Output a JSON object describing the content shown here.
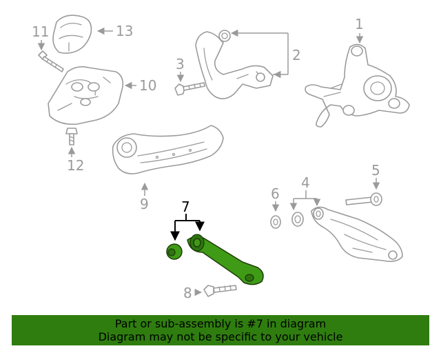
{
  "callouts": {
    "c1": "1",
    "c2": "2",
    "c3": "3",
    "c4": "4",
    "c5": "5",
    "c6": "6",
    "c7": "7",
    "c8": "8",
    "c9": "9",
    "c10": "10",
    "c11": "11",
    "c12": "12",
    "c13": "13"
  },
  "highlight_color": "#3f9b16",
  "banner": {
    "line1": "Part or sub-assembly is #7 in diagram",
    "line2": "Diagram may not be specific to your vehicle"
  }
}
